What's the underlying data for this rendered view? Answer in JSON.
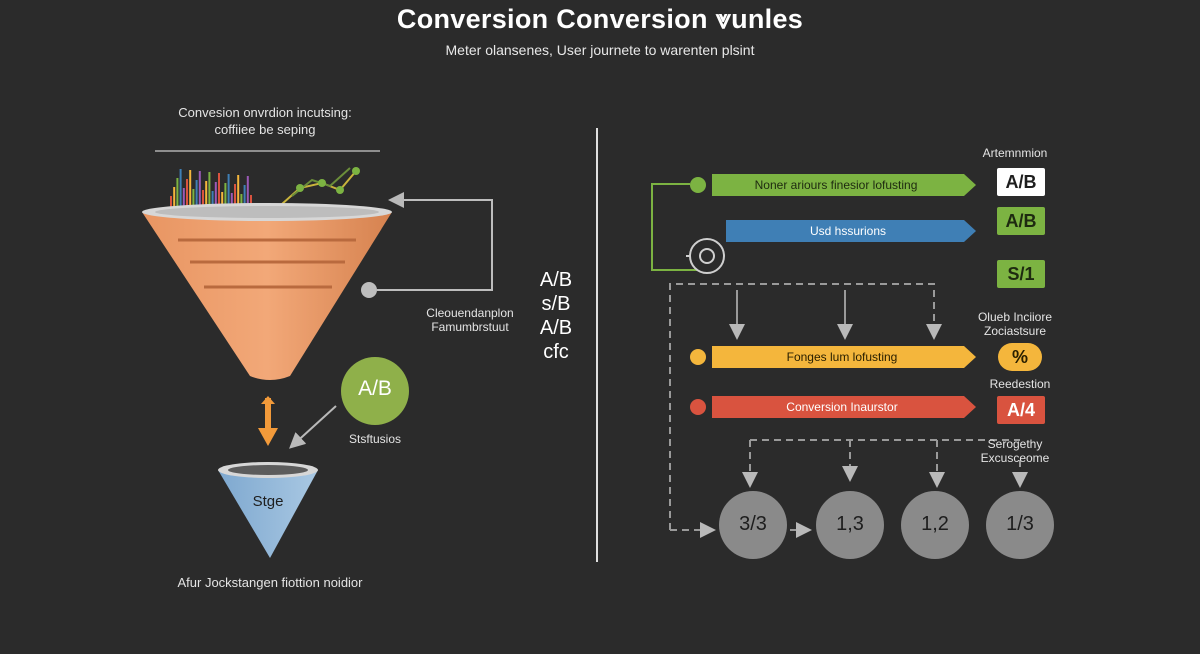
{
  "header": {
    "title": "Conversion Conversion ⩔unles",
    "subtitle": "Meter olansenes, User journete to warenten plsint"
  },
  "left": {
    "chart_caption_line1": "Convesion onvrdion incutsing:",
    "chart_caption_line2": "coffiiee be seping",
    "side_note_line1": "Cleouendanplon",
    "side_note_line2": "Famumbrstuut",
    "ab_circle": "A/B",
    "ab_circle_label": "Stsftusios",
    "small_funnel": "Stge",
    "footer": "Afur Jockstangen fiottion noidior"
  },
  "middle_stack": [
    "A/B",
    "s/B",
    "A/B",
    "cfc"
  ],
  "right": {
    "top_label": "Artemnmion",
    "arrows": [
      {
        "label": "Noner ariours finesior lofusting",
        "color": "#7cb342",
        "text_color": "#1e2a10",
        "dot": "#7cb342"
      },
      {
        "label": "Usd hssurions",
        "color": "#3f7fb5",
        "text_color": "#ffffff",
        "dot": null
      },
      {
        "label": "Fonges lum lofusting",
        "color": "#f4b63c",
        "text_color": "#2a2000",
        "dot": "#f4b63c"
      },
      {
        "label": "Conversion Inaurstor",
        "color": "#d9533f",
        "text_color": "#ffffff",
        "dot": "#d9533f"
      }
    ],
    "badges": [
      {
        "text": "A/B",
        "bg": "#ffffff",
        "fg": "#1e1e1e"
      },
      {
        "text": "A/B",
        "bg": "#7cb342",
        "fg": "#1e2a10"
      },
      {
        "text": "S/1",
        "bg": "#7cb342",
        "fg": "#1e2a10"
      },
      {
        "text": "%",
        "bg": "#f4b63c",
        "fg": "#2a2000"
      },
      {
        "text": "A/4",
        "bg": "#d9533f",
        "fg": "#ffffff"
      }
    ],
    "mid_label_line1": "Olueb Inciiore",
    "mid_label_line2": "Zociastsure",
    "redestion": "Reedestion",
    "seg_line1": "Serogethy",
    "seg_line2": "Excusceome",
    "circles": [
      "3/3",
      "1,3",
      "1,2",
      "1/3"
    ]
  }
}
